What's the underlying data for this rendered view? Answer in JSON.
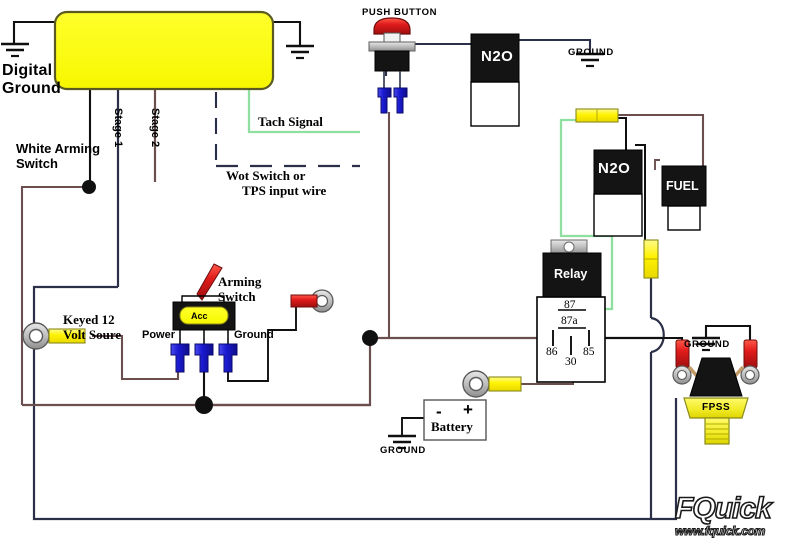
{
  "diagram": {
    "title": "N2O Nitrous System Wiring Diagram",
    "background": "#ffffff"
  },
  "colors": {
    "wire_navy": "#2b3048",
    "wire_brown": "#6b4f4f",
    "wire_black": "#101010",
    "wire_green": "#8fe0a0",
    "yellow_module": "#ffff00",
    "yellow_fuse": "#fff200",
    "blue_connector": "#1a1ad0",
    "red_accent": "#e01b1b",
    "black_device": "#141414",
    "gray_metal": "#b8b8b8",
    "fpss_yellow": "#f2ec2a"
  },
  "labels": {
    "digital_ground": "Digital\nGround",
    "white_arming_switch": "White Arming\nSwitch",
    "stage_1": "Stage 1",
    "stage_2": "Stage 2",
    "tach_signal": "Tach Signal",
    "wot_switch": "Wot Switch or\n     TPS input wire",
    "push_button": "PUSH BUTTON",
    "ground_top": "GROUND",
    "ground_battery": "GROUND",
    "ground_fpss": "GROUND",
    "keyed_12_volt": "Keyed 12\nVolt Soure",
    "arming_switch": "Arming\nSwitch",
    "power": "Power",
    "ground_switch": "Ground",
    "acc": "Acc",
    "battery": "Battery",
    "battery_minus": "-",
    "battery_plus": "+",
    "relay": "Relay",
    "fpss": "FPSS"
  },
  "devices": {
    "n2o_top": "N2O",
    "n2o_lower": "N2O",
    "fuel": "FUEL"
  },
  "relay_terminals": {
    "t87": "87",
    "t87a": "87a",
    "t86": "86",
    "t85": "85",
    "t30": "30"
  },
  "logo": {
    "brand": "FQuick",
    "url": "www.fquick.com"
  },
  "icons": {
    "ground_symbol": "ground-symbol",
    "junction_dot": "junction-dot",
    "ring_terminal": "ring-terminal",
    "fuse": "inline-fuse",
    "spade_connector": "blue-spade-connector",
    "toggle_lever": "red-toggle-lever"
  }
}
